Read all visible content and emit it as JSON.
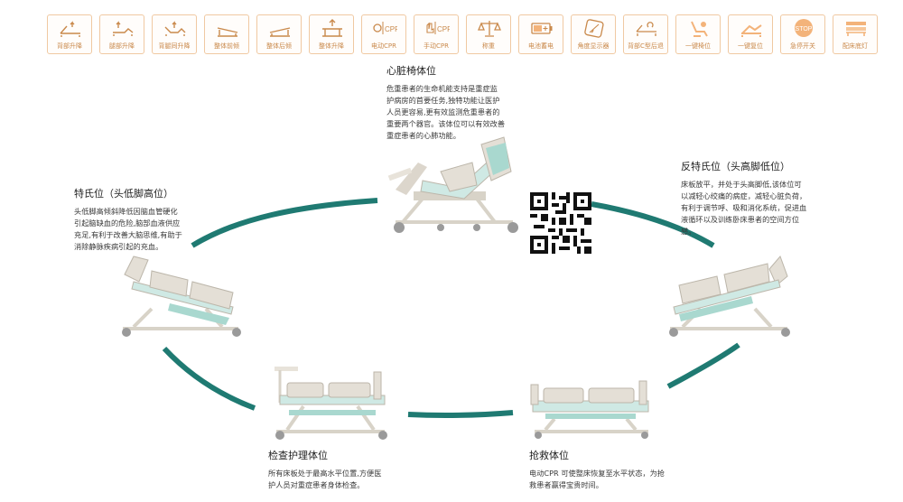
{
  "icons": [
    {
      "label": "背部升降",
      "icon": "bed-back-raise-icon"
    },
    {
      "label": "腿部升降",
      "icon": "bed-leg-raise-icon"
    },
    {
      "label": "背腿同升降",
      "icon": "bed-back-leg-icon"
    },
    {
      "label": "整体前倾",
      "icon": "bed-tilt-forward-icon"
    },
    {
      "label": "整体后倾",
      "icon": "bed-tilt-back-icon"
    },
    {
      "label": "整体升降",
      "icon": "bed-lift-icon"
    },
    {
      "label": "电动CPR",
      "icon": "electric-cpr-icon"
    },
    {
      "label": "手动CPR",
      "icon": "manual-cpr-icon"
    },
    {
      "label": "称重",
      "icon": "scale-icon"
    },
    {
      "label": "电池蓄电",
      "icon": "battery-icon"
    },
    {
      "label": "角度显示器",
      "icon": "angle-display-icon"
    },
    {
      "label": "背部C型后退",
      "icon": "back-c-retreat-icon"
    },
    {
      "label": "一键椅位",
      "icon": "chair-position-icon"
    },
    {
      "label": "一键复位",
      "icon": "reset-position-icon"
    },
    {
      "label": "急停开关",
      "icon": "emergency-stop-icon"
    },
    {
      "label": "配床底灯",
      "icon": "under-bed-light-icon"
    }
  ],
  "stop_text": "STOP",
  "sections": {
    "cardiac": {
      "title": "心脏椅体位",
      "lines": [
        "危重患者的生命机能支持是重症监",
        "护病房的首要任务,独特功能让医护",
        "人员更容易,更有效监测危重患者的",
        "重要两个器官。该体位可以有效改善",
        "重症患者的心肺功能。"
      ]
    },
    "trendelenburg": {
      "title": "特氏位（头低脚高位）",
      "lines": [
        "头低脚高倾斜降低因脑血管硬化",
        "引起脑缺血的危险,脑部血液供应",
        "充足,有利于改善大脑思维,有助于",
        "消除静脉疾病引起的充血。"
      ]
    },
    "reverse": {
      "title": "反特氏位（头高脚低位）",
      "lines": [
        "床板放平，并处于头高脚低,该体位可",
        "以减轻心绞痛的病症，减轻心脏负荷，",
        "有利于调节呼、吸和消化系统，促进血",
        "液循环以及训练卧床患者的空间方位",
        "感。"
      ]
    },
    "exam": {
      "title": "检查护理体位",
      "lines": [
        "所有床板处于最高水平位置,方便医",
        "护人员对重症患者身体检查。"
      ]
    },
    "rescue": {
      "title": "抢救体位",
      "lines": [
        "电动CPR 可使整床恢复至水平状态，为抢",
        "救患者赢得宝贵时间。"
      ]
    }
  },
  "colors": {
    "accent": "#f3b37a",
    "icon_line": "#c9894b",
    "ring": "#1f7a72",
    "bed_frame": "#dcd6cc",
    "mattress": "#cfe9e4"
  }
}
